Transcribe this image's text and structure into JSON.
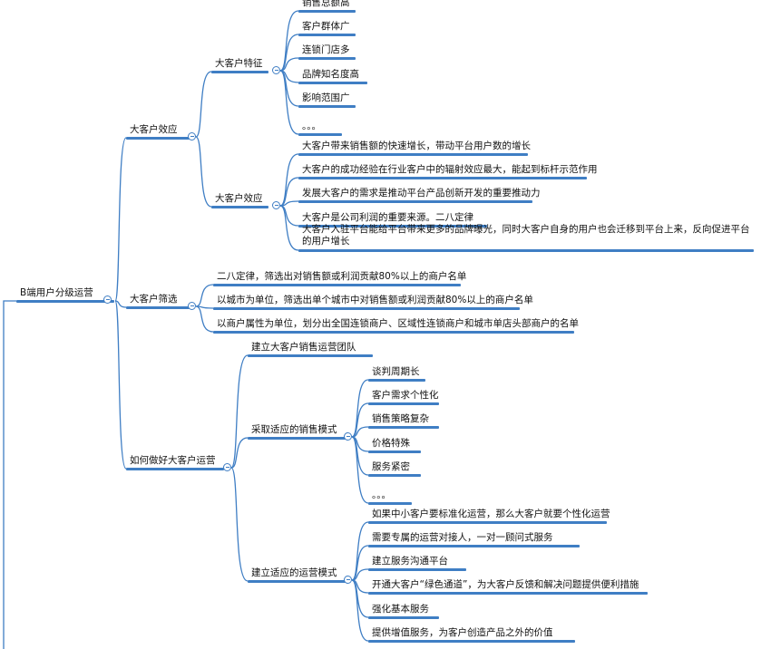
{
  "root": {
    "label": "B端用户分级运营"
  },
  "branches": [
    {
      "label": "大客户效应",
      "children": [
        {
          "label": "大客户特征",
          "children": [
            "销售总额高",
            "客户群体广",
            "连锁门店多",
            "品牌知名度高",
            "影响范围广",
            "。。。"
          ]
        },
        {
          "label": "大客户效应",
          "children": [
            "大客户带来销售额的快速增长，带动平台用户数的增长",
            "大客户的成功经验在行业客户中的辐射效应最大，能起到标杆示范作用",
            "发展大客户的需求是推动平台产品创新开发的重要推动力",
            "大客户是公司利润的重要来源。二八定律",
            "大客户入驻平台能给平台带来更多的品牌曝光，同时大客户自身的用户也会迁移到平台上来，反向促进平台的用户增长"
          ]
        }
      ]
    },
    {
      "label": "大客户筛选",
      "children": [
        "二八定律，筛选出对销售额或利润贡献80%以上的商户名单",
        "以城市为单位，筛选出单个城市中对销售额或利润贡献80%以上的商户名单",
        "以商户属性为单位，划分出全国连锁商户、区域性连锁商户和城市单店头部商户的名单"
      ]
    },
    {
      "label": "如何做好大客户运营",
      "children": [
        {
          "label": "建立大客户销售运营团队"
        },
        {
          "label": "采取适应的销售模式",
          "children": [
            "谈判周期长",
            "客户需求个性化",
            "销售策略复杂",
            "价格特殊",
            "服务紧密",
            "。。。"
          ]
        },
        {
          "label": "建立适应的运营模式",
          "children": [
            "如果中小客户要标准化运营，那么大客户就要个性化运营",
            "需要专属的运营对接人，一对一顾问式服务",
            "建立服务沟通平台",
            "开通大客户“绿色通道”，为大客户反馈和解决问题提供便利措施",
            "强化基本服务",
            "提供增值服务，为客户创造产品之外的价值"
          ]
        }
      ]
    }
  ]
}
